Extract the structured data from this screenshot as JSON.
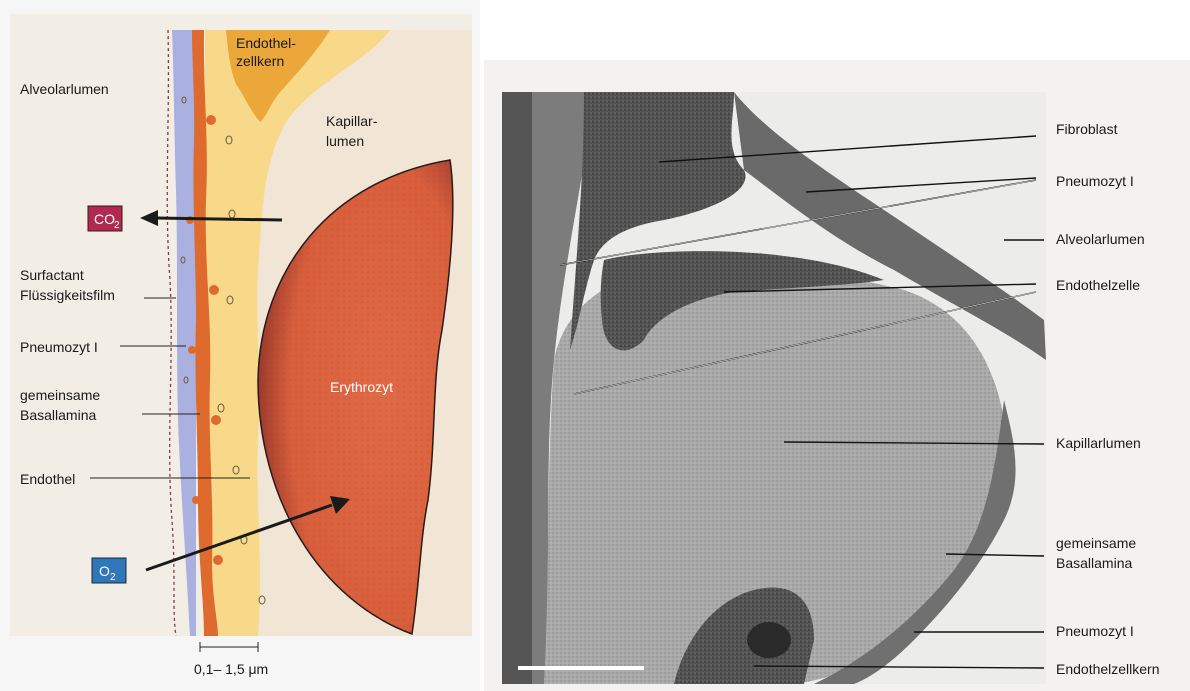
{
  "left": {
    "labels": {
      "endothel_zellkern_1": "Endothel-",
      "endothel_zellkern_2": "zellkern",
      "alveolarlumen": "Alveolarlumen",
      "kapillarlumen_1": "Kapillar-",
      "kapillarlumen_2": "lumen",
      "surfactant_1": "Surfactant",
      "surfactant_2": "Flüssigkeitsfilm",
      "pneumozyt": "Pneumozyt I",
      "basallamina_1": "gemeinsame",
      "basallamina_2": "Basallamina",
      "endothel": "Endothel",
      "erythrozyt": "Erythrozyt",
      "scale": "0,1– 1,5 μm"
    },
    "badges": {
      "co2": {
        "main": "CO",
        "sub": "2",
        "color": "#b0294e"
      },
      "o2": {
        "main": "O",
        "sub": "2",
        "color": "#2f77b9"
      }
    }
  },
  "right": {
    "labels": {
      "fibroblast": "Fibroblast",
      "pneumozyt_top": "Pneumozyt I",
      "alveolarlumen": "Alveolarlumen",
      "endothelzelle": "Endothelzelle",
      "kapillarlumen": "Kapillarlumen",
      "basallamina_1": "gemeinsame",
      "basallamina_2": "Basallamina",
      "pneumozyt_bottom": "Pneumozyt I",
      "endothelzellkern": "Endothelzellkern"
    }
  }
}
